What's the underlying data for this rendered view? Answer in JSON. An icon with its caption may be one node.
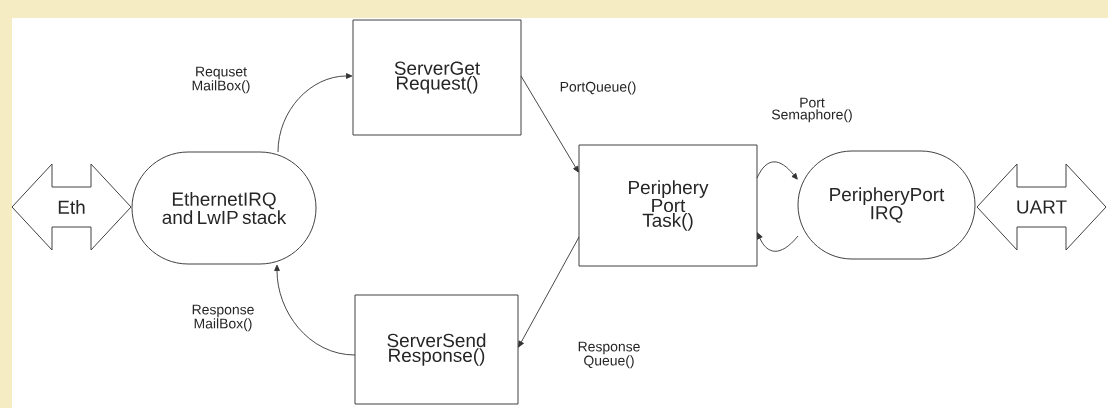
{
  "diagram": {
    "nodes": [
      {
        "text": [
          "Eth"
        ]
      },
      {
        "text": [
          "EthernetIRQ and LwIP stack"
        ]
      },
      {
        "text": [
          "ServerGet Request()"
        ]
      },
      {
        "text": [
          "ServerSend Response()"
        ]
      },
      {
        "text": [
          "Periphery Port Task()"
        ]
      },
      {
        "text": [
          "PeripheryPort IRQ"
        ]
      },
      {
        "text": [
          "UART"
        ]
      }
    ],
    "edges": [
      {
        "from": 1,
        "to": 2,
        "arrow": "to",
        "label": "Requset MailBox()"
      },
      {
        "from": 2,
        "to": 4,
        "arrow": "to",
        "label": "PortQueue()"
      },
      {
        "from": 4,
        "to": 3,
        "arrow": "to",
        "label": "Response Queue()"
      },
      {
        "from": 3,
        "to": 1,
        "arrow": "to",
        "label": "Response MailBox()"
      },
      {
        "from": 4,
        "to": 5,
        "arrow": "to",
        "label": "Port Semaphore()"
      },
      {
        "from": 5,
        "to": 4,
        "arrow": "to"
      }
    ]
  }
}
